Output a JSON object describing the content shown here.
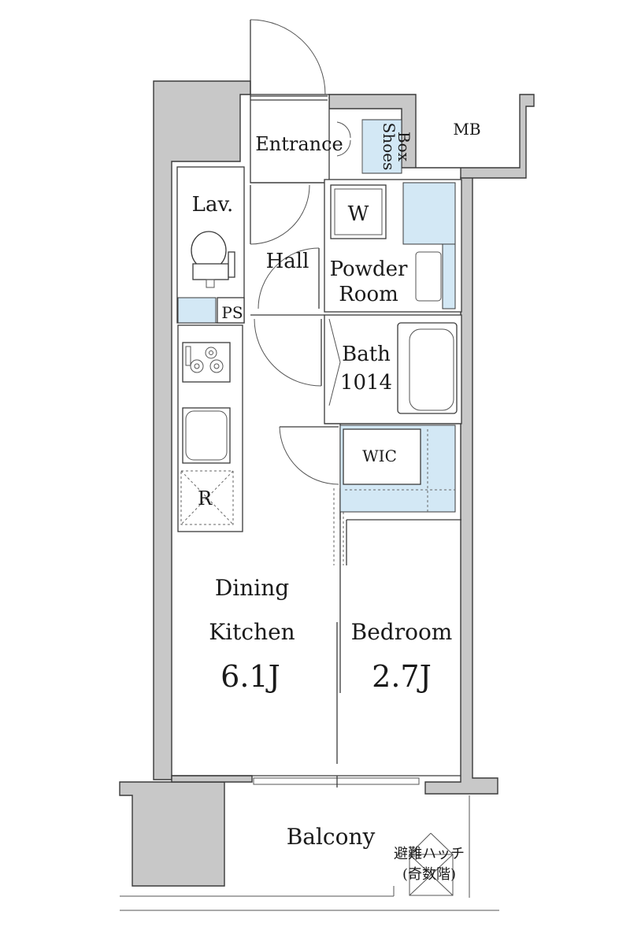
{
  "rooms": {
    "entrance": "Entrance",
    "shoes_box_line1": "Shoes",
    "shoes_box_line2": "Box",
    "mb": "MB",
    "lav": "Lav.",
    "hall": "Hall",
    "washer": "W",
    "powder_line1": "Powder",
    "powder_line2": "Room",
    "ps": "PS",
    "bath_line1": "Bath",
    "bath_line2": "1014",
    "wic": "WIC",
    "fridge": "R",
    "dk_line1": "Dining",
    "dk_line2": "Kitchen",
    "dk_size": "6.1J",
    "bedroom": "Bedroom",
    "bedroom_size": "2.7J",
    "balcony": "Balcony",
    "hatch_line1": "避難ハッチ",
    "hatch_line2": "(奇数階)"
  },
  "colors": {
    "wall_fill": "#c8c8c8",
    "fixture_blue": "#d3e8f5",
    "line": "#3a3a3a"
  }
}
